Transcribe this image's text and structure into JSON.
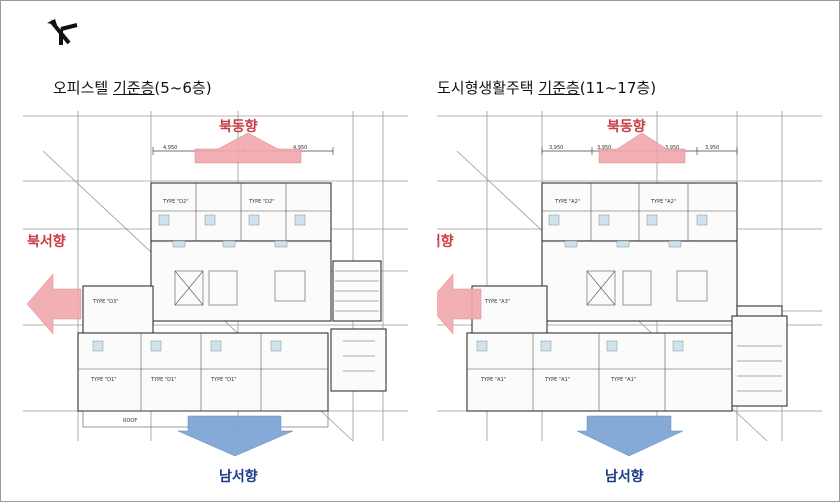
{
  "plans": [
    {
      "title_prefix": "오피스텔",
      "title_underlined": "기준층",
      "title_suffix": "(5~6층)",
      "north_label": "북동향",
      "west_label": "북서향",
      "south_label": "남서향",
      "dims": [
        "4,950",
        "4,950"
      ],
      "room_labels": [
        "TYPE \"D2\"",
        "TYPE \"D2\"",
        "TYPE \"D3\"",
        "TYPE \"D1\"",
        "TYPE \"D1\"",
        "TYPE \"D1\""
      ],
      "roof_label": "ROOF"
    },
    {
      "title_prefix": "도시형생활주택",
      "title_underlined": "기준층",
      "title_suffix": "(11~17층)",
      "north_label": "북동향",
      "west_label": "북서향",
      "south_label": "남서향",
      "dims": [
        "3,950",
        "3,950",
        "3,950",
        "3,950"
      ],
      "room_labels": [
        "TYPE \"A2\"",
        "TYPE \"A2\"",
        "TYPE \"A3\"",
        "TYPE \"A1\"",
        "TYPE \"A1\"",
        "TYPE \"A1\""
      ],
      "roof_label": ""
    }
  ],
  "colors": {
    "north_arrow": "#f2a8ac",
    "west_arrow": "#f2a8ac",
    "south_arrow": "#7fa6d6",
    "label_text": "#cc3b45",
    "south_label_text": "#1b3a87"
  }
}
